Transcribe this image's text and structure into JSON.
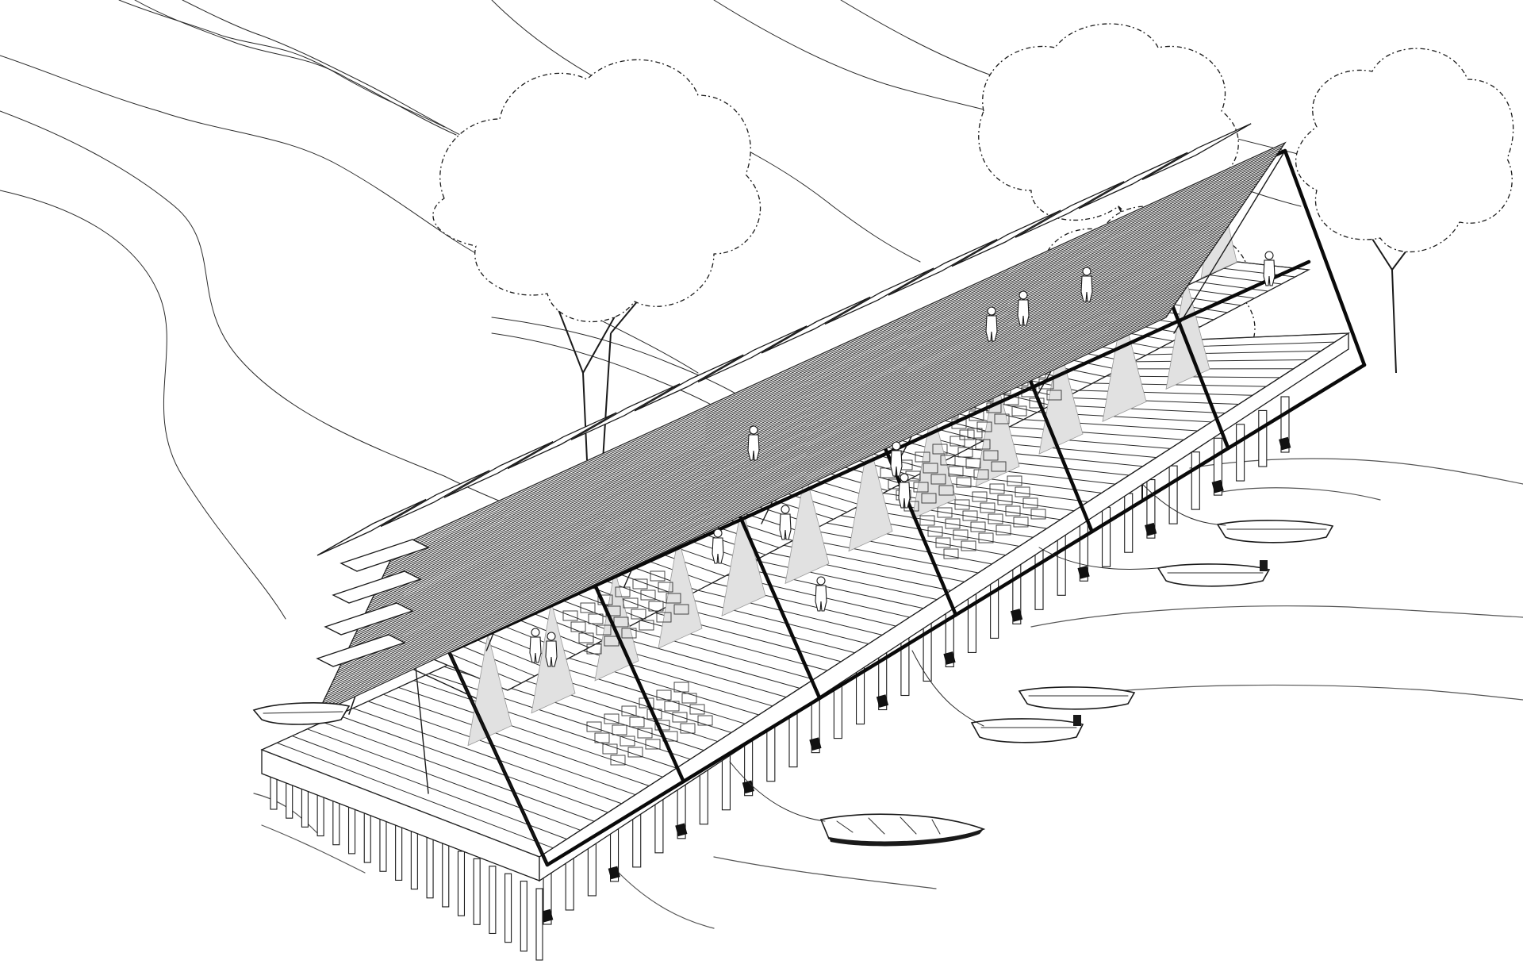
{
  "drawing": {
    "view": "axonometric",
    "style": "line-drawing",
    "colors": {
      "ink": "#1a1a1a",
      "panel_fill": "#e1e1e1",
      "background": "#ffffff"
    },
    "elements": {
      "terrain_contours": 9,
      "trees": 4,
      "a_frame_bays": 6,
      "boats": 6,
      "floor_levels": 2
    }
  }
}
